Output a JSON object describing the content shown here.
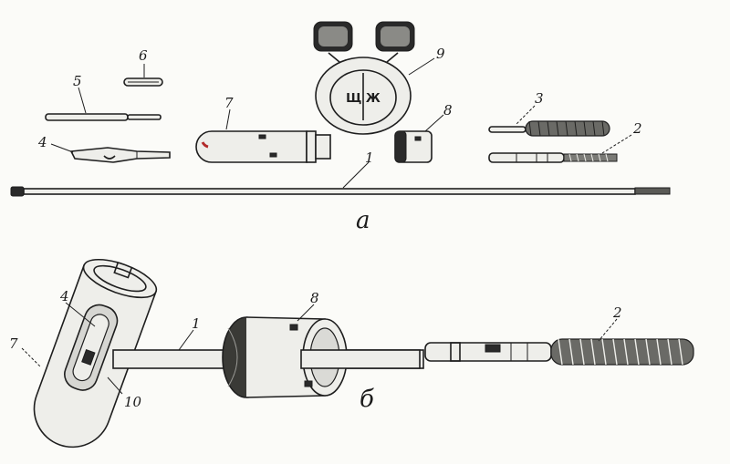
{
  "figure": {
    "section_a": "а",
    "section_b": "б",
    "top_labels": {
      "rod": "1",
      "brush": "2",
      "wiper": "3",
      "drift": "4",
      "screwdriver": "5",
      "pin": "6",
      "case": "7",
      "cap": "8",
      "oil_can": "9"
    },
    "bottom_labels": {
      "rod": "1",
      "brush": "2",
      "drift": "4",
      "case": "7",
      "cap": "8",
      "hole": "10"
    },
    "oil_can_marks": "Щ  Ж"
  }
}
